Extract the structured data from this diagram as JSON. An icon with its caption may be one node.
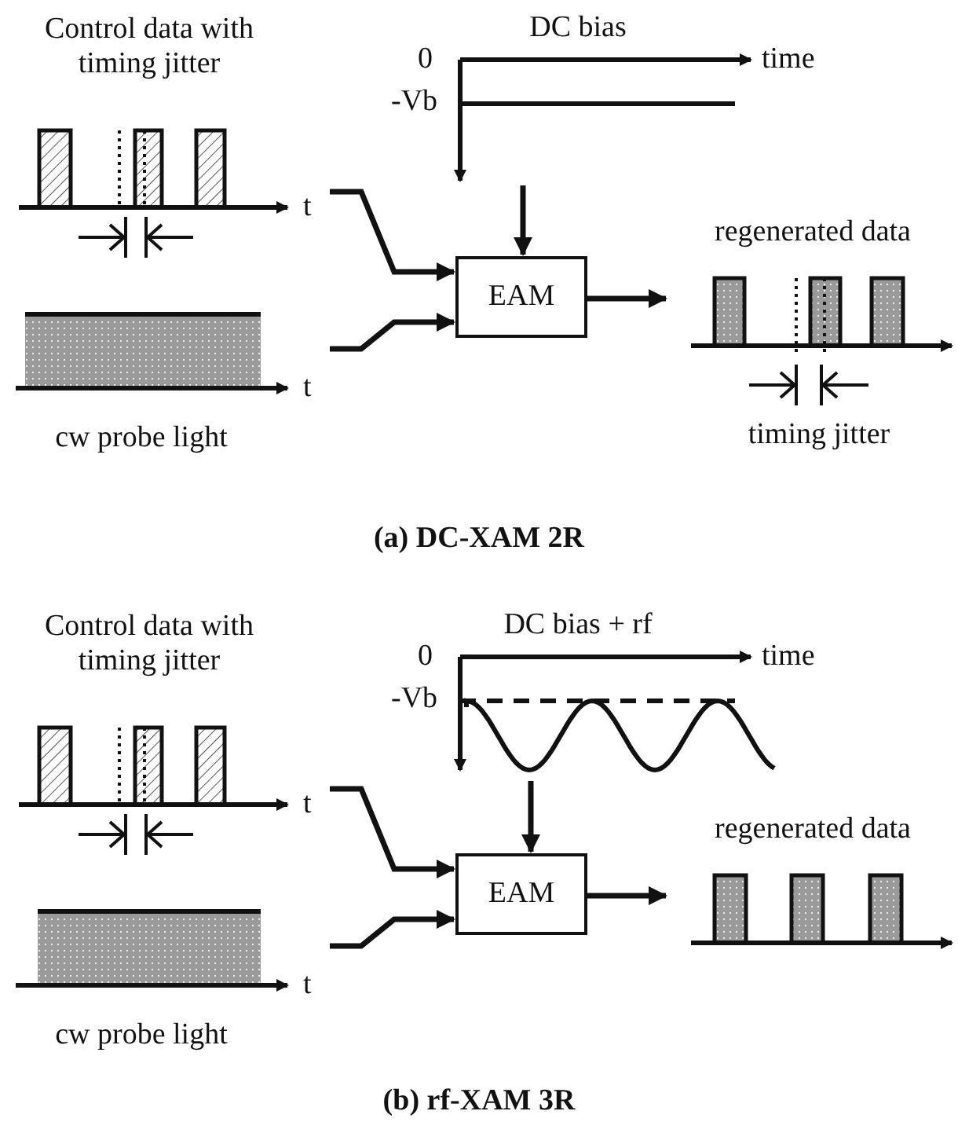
{
  "diagram": {
    "nodes": [
      {
        "text": [
          "Control data with timing jitter"
        ]
      },
      {
        "text": [
          "cw probe light"
        ]
      },
      {
        "text": [
          "DC bias"
        ],
        "beside": [
          "0",
          "-Vb",
          "time"
        ]
      },
      {
        "text": [
          "EAM"
        ]
      },
      {
        "text": [
          "regenerated data"
        ],
        "beside": [
          "timing jitter"
        ]
      },
      {
        "text": [
          "Control data with timing jitter"
        ]
      },
      {
        "text": [
          "cw probe light"
        ]
      },
      {
        "text": [
          "DC bias + rf"
        ],
        "beside": [
          "0",
          "-Vb",
          "time"
        ]
      },
      {
        "text": [
          "EAM"
        ]
      },
      {
        "text": [
          "regenerated data"
        ]
      }
    ],
    "edges": [
      {
        "from": 0,
        "to": 3,
        "arrow": "to"
      },
      {
        "from": 1,
        "to": 3,
        "arrow": "to"
      },
      {
        "from": 2,
        "to": 3,
        "arrow": "to"
      },
      {
        "from": 3,
        "to": 4,
        "arrow": "to"
      },
      {
        "from": 5,
        "to": 8,
        "arrow": "to"
      },
      {
        "from": 6,
        "to": 8,
        "arrow": "to"
      },
      {
        "from": 7,
        "to": 8,
        "arrow": "to"
      },
      {
        "from": 8,
        "to": 9,
        "arrow": "to"
      }
    ],
    "labels": [
      "t",
      "t",
      "(a) DC-XAM 2R",
      "t",
      "t",
      "(b) rf-XAM 3R"
    ]
  }
}
